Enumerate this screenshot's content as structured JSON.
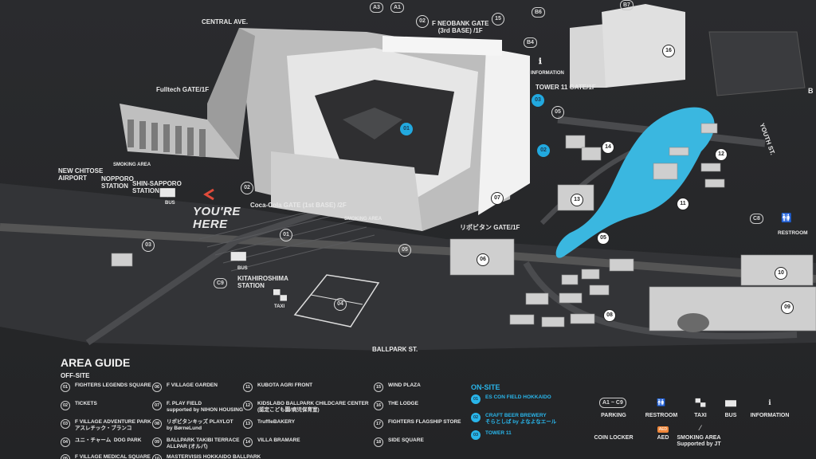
{
  "streets": {
    "central_ave": "CENTRAL AVE.",
    "youth_st": "YOUTH ST.",
    "ballpark_st": "BALLPARK ST."
  },
  "gates": {
    "neobank": "F NEOBANK GATE\n(3rd BASE) /1F",
    "fulltech": "Fulltech GATE/1F",
    "tower11": "TOWER 11 GATE/1F",
    "cocacola": "Coca-Cola GATE (1st BASE) /2F",
    "lipovitan": "リポビタン GATE/1F"
  },
  "map_labels": {
    "information": "INFORMATION",
    "smoking_area_1": "SMOKING AREA",
    "smoking_area_2": "SMOKING AREA",
    "new_chitose": "NEW CHITOSE\nAIRPORT",
    "nopporo": "NOPPORO\nSTATION",
    "shin_sapporo": "SHIN-SAPPORO\nSTATION",
    "bus": "BUS",
    "bus2": "BUS",
    "you_are_here": "YOU'RE\nHERE",
    "kitahiroshima": "KITAHIROSHIMA\nSTATION",
    "taxi": "TAXI",
    "restroom": "RESTROOM",
    "edge_b": "B"
  },
  "markers": {
    "a3": "A3",
    "a1": "A1",
    "b6": "B6",
    "b7": "B7",
    "b4": "B4",
    "c8": "C8",
    "c9": "C9",
    "n02a": "02",
    "n15": "15",
    "n16": "16",
    "n05a": "05",
    "n14": "14",
    "n12": "12",
    "n11": "11",
    "n13": "13",
    "n07": "07",
    "n02b": "02",
    "n01b": "01",
    "n03": "03",
    "n05b": "05",
    "n06": "06",
    "n05c": "05",
    "n04": "04",
    "n08": "08",
    "n10": "10",
    "n09": "09",
    "blue01": "01",
    "blue02": "02",
    "blue03": "03"
  },
  "area_guide": {
    "title": "AREA GUIDE",
    "off_site_label": "OFF-SITE",
    "on_site_label": "ON-SITE",
    "off_site": [
      {
        "num": "01",
        "name": "FIGHTERS LEGENDS SQUARE"
      },
      {
        "num": "02",
        "name": "TICKETS"
      },
      {
        "num": "03",
        "name": "F VILLAGE ADVENTURE PARK\nアスレチック・ブランコ"
      },
      {
        "num": "04",
        "name": "ユニ・チャーム  DOG PARK"
      },
      {
        "num": "05",
        "name": "F VILLAGE MEDICAL SQUARE"
      },
      {
        "num": "06",
        "name": "F VILLAGE GARDEN"
      },
      {
        "num": "07",
        "name": "F. PLAY FIELD\nsupported by NIHON HOUSING"
      },
      {
        "num": "08",
        "name": "リポビタンキッズ PLAYLOT\nby BørneLund"
      },
      {
        "num": "09",
        "name": "BALLPARK TAKIBI TERRACE\nALLPAR (オルパ)"
      },
      {
        "num": "10",
        "name": "MASTERVISIS HOKKAIDO BALLPARK"
      },
      {
        "num": "11",
        "name": "KUBOTA AGRI FRONT"
      },
      {
        "num": "12",
        "name": "KIDSLABO BALLPARK CHILDCARE CENTER\n(認定こども園/病児保育室)"
      },
      {
        "num": "13",
        "name": "TruffleBAKERY"
      },
      {
        "num": "14",
        "name": "VILLA BRAMARE"
      },
      {
        "num": "15",
        "name": "WIND PLAZA"
      },
      {
        "num": "16",
        "name": "THE LODGE"
      },
      {
        "num": "17",
        "name": "FIGHTERS FLAGSHIP STORE"
      },
      {
        "num": "18",
        "name": "SIDE SQUARE"
      }
    ],
    "on_site": [
      {
        "num": "01",
        "name": "ES CON FIELD HOKKAIDO"
      },
      {
        "num": "02",
        "name": "CRAFT BEER BREWERY\nそらとしば by よなよなエール"
      },
      {
        "num": "03",
        "name": "TOWER 11"
      }
    ]
  },
  "legend": {
    "parking_code": "A1 ~ C9",
    "parking": "PARKING",
    "restroom": "RESTROOM",
    "taxi": "TAXI",
    "bus": "BUS",
    "information": "INFORMATION",
    "coin_locker": "COIN LOCKER",
    "aed": "AED",
    "aed_tag": "AED",
    "smoking": "SMOKING AREA\nSupported by JT"
  },
  "colors": {
    "background": "#26272a",
    "building": "#d4d4d4",
    "pond": "#3ab7e0",
    "accent_blue": "#22a9df",
    "aed_orange": "#f0873a",
    "you_are_here": "#e04b3a"
  }
}
